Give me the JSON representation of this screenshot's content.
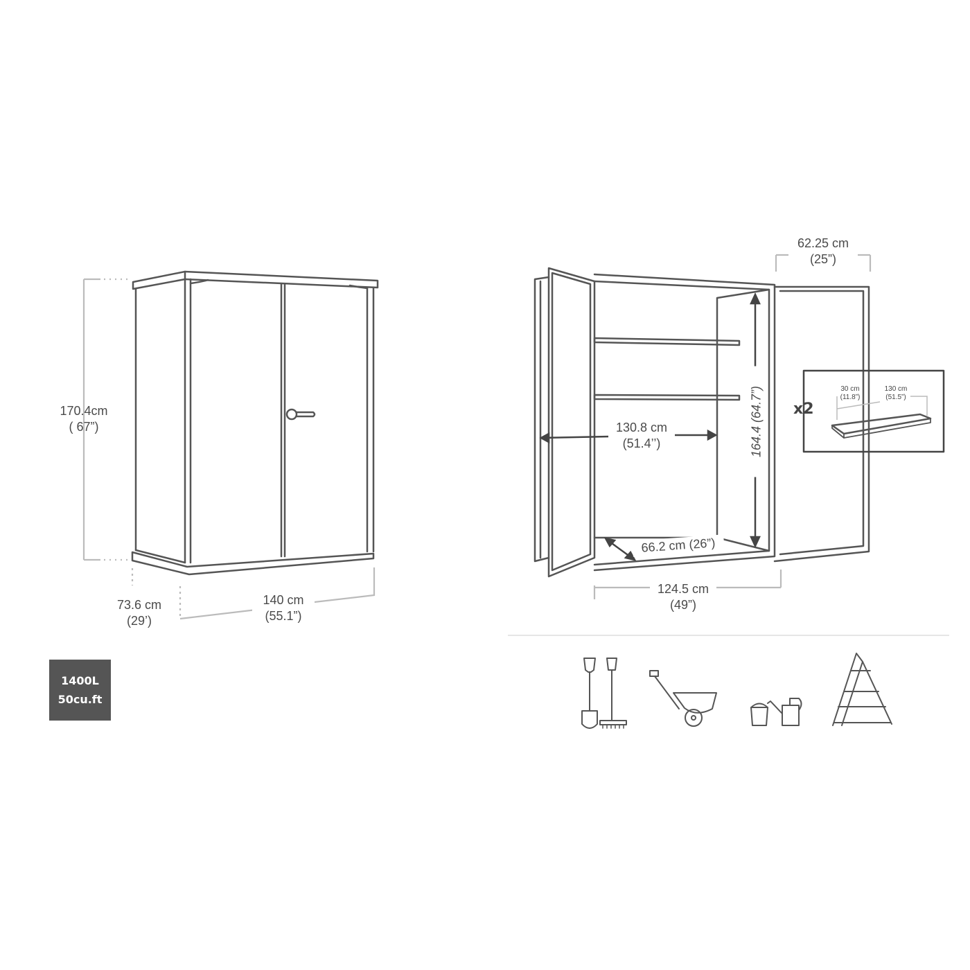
{
  "closed_cabinet": {
    "height_cm": "170.4cm",
    "height_in": "( 67”)",
    "depth_cm": "73.6 cm",
    "depth_in": "(29’)",
    "width_cm": "140 cm",
    "width_in": "(55.1”)"
  },
  "capacity": {
    "liters": "1400L",
    "cubic_feet": "50cu.ft"
  },
  "open_cabinet": {
    "door_width_cm": "62.25 cm",
    "door_width_in": "(25”)",
    "interior_width_cm": "130.8 cm",
    "interior_width_in": "(51.4’’)",
    "interior_height": "164.4 (64.7”)",
    "interior_depth": "66.2 cm (26”)",
    "base_width_cm": "124.5 cm",
    "base_width_in": "(49”)"
  },
  "shelf_inset": {
    "quantity": "x2",
    "depth_cm": "30 cm",
    "depth_in": "(11.8”)",
    "length_cm": "130 cm",
    "length_in": "(51.5”)"
  },
  "storage_icons": [
    "shovel-rake-icon",
    "wheelbarrow-icon",
    "bucket-watering-can-icon",
    "ladder-icon"
  ],
  "colors": {
    "line": "#555555",
    "dimension": "#bbbbbb",
    "capacity_bg": "#555555"
  }
}
